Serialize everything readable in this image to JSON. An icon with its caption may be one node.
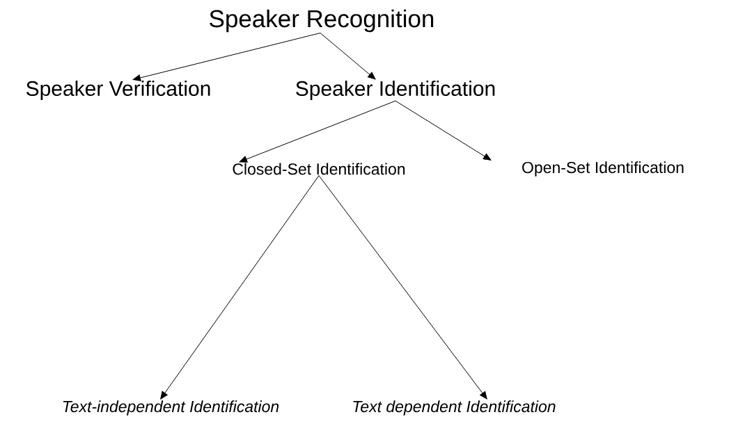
{
  "diagram": {
    "nodes": [
      {
        "text": [
          "Speaker Recognition"
        ]
      },
      {
        "text": [
          "Speaker Verification"
        ]
      },
      {
        "text": [
          "Speaker Identification"
        ]
      },
      {
        "text": [
          "Closed-Set Identification"
        ]
      },
      {
        "text": [
          "Open-Set Identification"
        ]
      },
      {
        "text": [
          "Text-independent Identification"
        ]
      },
      {
        "text": [
          "Text dependent Identification"
        ]
      }
    ],
    "edges": [
      {
        "from": 0,
        "to": 1,
        "arrow": "to"
      },
      {
        "from": 0,
        "to": 2,
        "arrow": "to"
      },
      {
        "from": 2,
        "to": 3,
        "arrow": "to"
      },
      {
        "from": 2,
        "to": 4,
        "arrow": "to"
      },
      {
        "from": 3,
        "to": 5,
        "arrow": "to"
      },
      {
        "from": 3,
        "to": 6,
        "arrow": "to"
      }
    ]
  }
}
